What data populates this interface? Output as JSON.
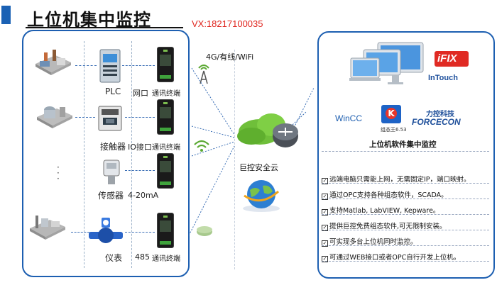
{
  "header": {
    "title": "上位机集中监控",
    "contact": "VX:18217100035"
  },
  "left_panel": {
    "rows": [
      {
        "device_label": "PLC",
        "interface_label": "网口",
        "terminal_label": "通讯终端"
      },
      {
        "device_label": "接触器",
        "interface_label": "IO接口",
        "terminal_label": "通讯终端"
      },
      {
        "device_label": "传感器",
        "interface_label": "4-20mA",
        "terminal_label": ""
      },
      {
        "device_label": "仪表",
        "interface_label": "485",
        "terminal_label": "通讯终端"
      }
    ]
  },
  "network": {
    "label": "4G/有线/WiFi",
    "cloud_label": "巨控安全云"
  },
  "right_panel": {
    "logos": {
      "ifix": "iFIX",
      "intouch": "InTouch",
      "wincc": "WinCC",
      "kingview": "组态王6.53",
      "forcecon_cn": "力控科技",
      "forcecon_en": "FORCECON"
    },
    "title": "上位机软件集中监控",
    "features": [
      "远端电脑只需能上网，无需固定IP，端口映射。",
      "通过OPC支持各种组态软件，SCADA。",
      "支持Matlab, LabVIEW, Kepware。",
      "提供巨控免费组态软件,可无限制安装。",
      "可实现多台上位机同时监控。",
      "可通过WEB接口或者OPC自行开发上位机。"
    ]
  }
}
